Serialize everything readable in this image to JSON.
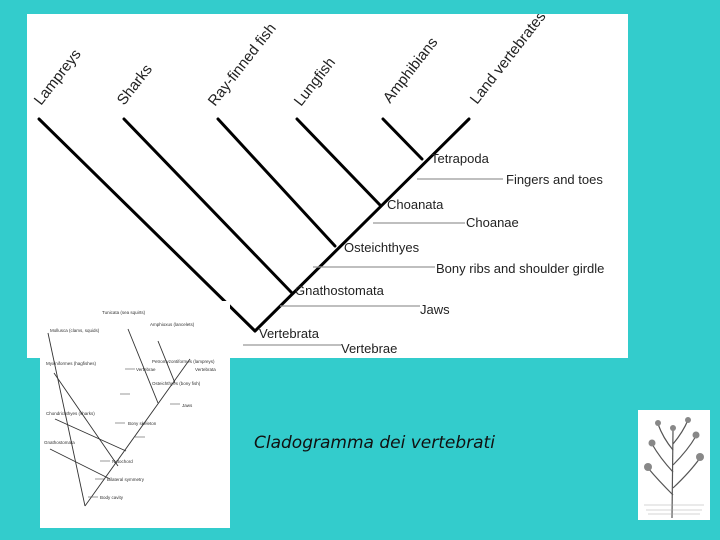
{
  "cladogram": {
    "taxa": [
      "Lampreys",
      "Sharks",
      "Ray-finned fish",
      "Lungfish",
      "Amphibians",
      "Land vertebrates"
    ],
    "clades": [
      "Vertebrata",
      "Gnathostomata",
      "Osteichthyes",
      "Choanata",
      "Tetrapoda"
    ],
    "traits": [
      "Vertebrae",
      "Jaws",
      "Bony ribs and shoulder girdle",
      "Choanae",
      "Fingers and toes"
    ]
  },
  "inset": {
    "labels": [
      "Tunicata (sea squirts)",
      "Amphioxus (lancelets)",
      "Mollusca (clams, squids)",
      "Myxiniformes (hagfishes)",
      "Petromyzontiformes (lampreys)",
      "Chondrichthyes (sharks)",
      "Osteichthyes (bony fish)",
      "Vertebrata",
      "Gnathostomata",
      "Vertebrae",
      "Jaws",
      "Bony skeleton",
      "Notochord",
      "Bilateral symmetry",
      "Body cavity"
    ]
  },
  "caption": "Cladogramma  dei vertebrati"
}
